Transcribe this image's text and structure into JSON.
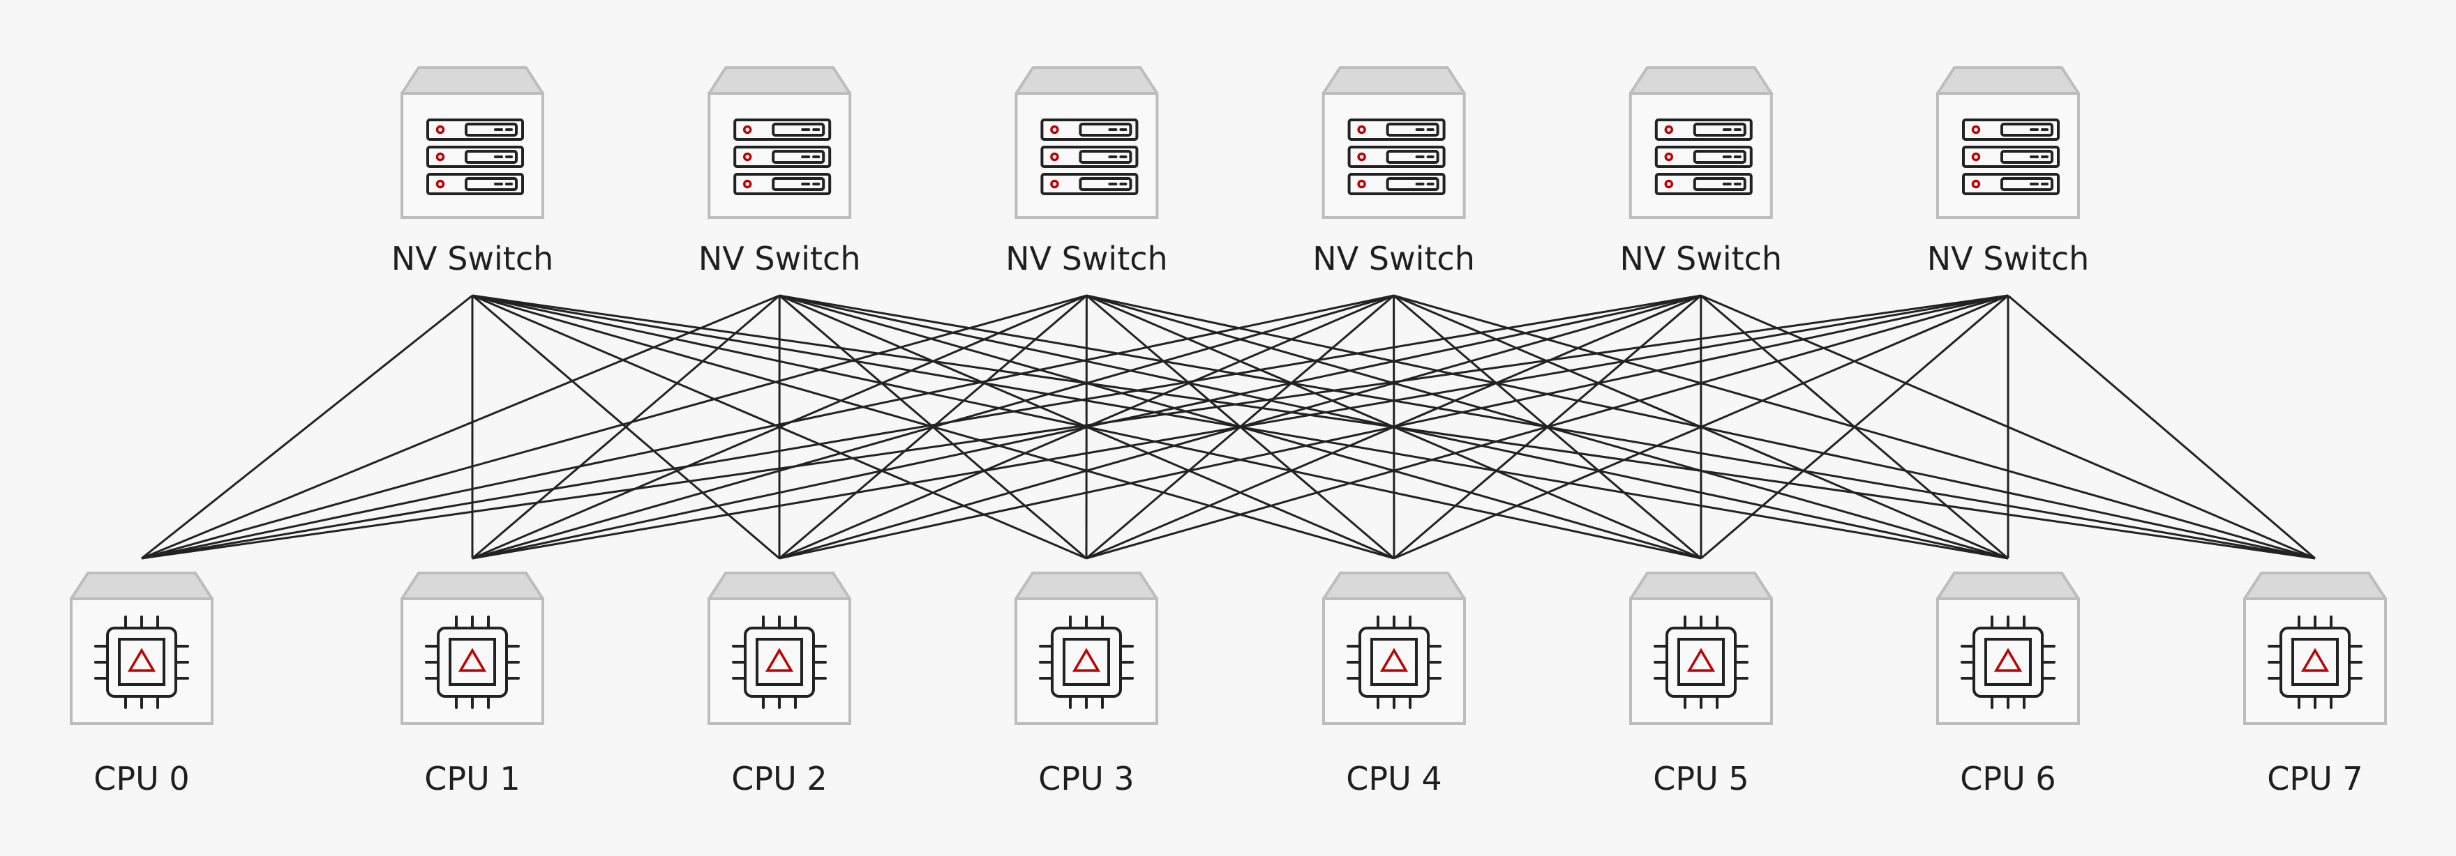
{
  "diagram": {
    "title": "NV Switch to CPU full-mesh topology",
    "colors": {
      "background": "#f7f7f7",
      "link": "#222222",
      "accent": "#c00000",
      "box_top": "#d9d9d9",
      "box_border": "#bdbdbd"
    },
    "switches": [
      {
        "id": "switch-0",
        "label": "NV Switch",
        "icon": "server-rack-icon"
      },
      {
        "id": "switch-1",
        "label": "NV Switch",
        "icon": "server-rack-icon"
      },
      {
        "id": "switch-2",
        "label": "NV Switch",
        "icon": "server-rack-icon"
      },
      {
        "id": "switch-3",
        "label": "NV Switch",
        "icon": "server-rack-icon"
      },
      {
        "id": "switch-4",
        "label": "NV Switch",
        "icon": "server-rack-icon"
      },
      {
        "id": "switch-5",
        "label": "NV Switch",
        "icon": "server-rack-icon"
      }
    ],
    "cpus": [
      {
        "id": "cpu-0",
        "label": "CPU 0",
        "icon": "cpu-chip-icon"
      },
      {
        "id": "cpu-1",
        "label": "CPU 1",
        "icon": "cpu-chip-icon"
      },
      {
        "id": "cpu-2",
        "label": "CPU 2",
        "icon": "cpu-chip-icon"
      },
      {
        "id": "cpu-3",
        "label": "CPU 3",
        "icon": "cpu-chip-icon"
      },
      {
        "id": "cpu-4",
        "label": "CPU 4",
        "icon": "cpu-chip-icon"
      },
      {
        "id": "cpu-5",
        "label": "CPU 5",
        "icon": "cpu-chip-icon"
      },
      {
        "id": "cpu-6",
        "label": "CPU 6",
        "icon": "cpu-chip-icon"
      },
      {
        "id": "cpu-7",
        "label": "CPU 7",
        "icon": "cpu-chip-icon"
      }
    ],
    "connectivity": "full-mesh",
    "edges": [
      [
        "switch-0",
        "cpu-0"
      ],
      [
        "switch-0",
        "cpu-1"
      ],
      [
        "switch-0",
        "cpu-2"
      ],
      [
        "switch-0",
        "cpu-3"
      ],
      [
        "switch-0",
        "cpu-4"
      ],
      [
        "switch-0",
        "cpu-5"
      ],
      [
        "switch-0",
        "cpu-6"
      ],
      [
        "switch-0",
        "cpu-7"
      ],
      [
        "switch-1",
        "cpu-0"
      ],
      [
        "switch-1",
        "cpu-1"
      ],
      [
        "switch-1",
        "cpu-2"
      ],
      [
        "switch-1",
        "cpu-3"
      ],
      [
        "switch-1",
        "cpu-4"
      ],
      [
        "switch-1",
        "cpu-5"
      ],
      [
        "switch-1",
        "cpu-6"
      ],
      [
        "switch-1",
        "cpu-7"
      ],
      [
        "switch-2",
        "cpu-0"
      ],
      [
        "switch-2",
        "cpu-1"
      ],
      [
        "switch-2",
        "cpu-2"
      ],
      [
        "switch-2",
        "cpu-3"
      ],
      [
        "switch-2",
        "cpu-4"
      ],
      [
        "switch-2",
        "cpu-5"
      ],
      [
        "switch-2",
        "cpu-6"
      ],
      [
        "switch-2",
        "cpu-7"
      ],
      [
        "switch-3",
        "cpu-0"
      ],
      [
        "switch-3",
        "cpu-1"
      ],
      [
        "switch-3",
        "cpu-2"
      ],
      [
        "switch-3",
        "cpu-3"
      ],
      [
        "switch-3",
        "cpu-4"
      ],
      [
        "switch-3",
        "cpu-5"
      ],
      [
        "switch-3",
        "cpu-6"
      ],
      [
        "switch-3",
        "cpu-7"
      ],
      [
        "switch-4",
        "cpu-0"
      ],
      [
        "switch-4",
        "cpu-1"
      ],
      [
        "switch-4",
        "cpu-2"
      ],
      [
        "switch-4",
        "cpu-3"
      ],
      [
        "switch-4",
        "cpu-4"
      ],
      [
        "switch-4",
        "cpu-5"
      ],
      [
        "switch-4",
        "cpu-6"
      ],
      [
        "switch-4",
        "cpu-7"
      ],
      [
        "switch-5",
        "cpu-0"
      ],
      [
        "switch-5",
        "cpu-1"
      ],
      [
        "switch-5",
        "cpu-2"
      ],
      [
        "switch-5",
        "cpu-3"
      ],
      [
        "switch-5",
        "cpu-4"
      ],
      [
        "switch-5",
        "cpu-5"
      ],
      [
        "switch-5",
        "cpu-6"
      ],
      [
        "switch-5",
        "cpu-7"
      ]
    ]
  }
}
